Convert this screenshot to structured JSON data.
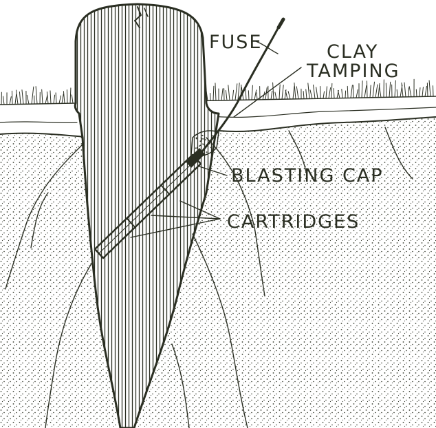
{
  "diagram": {
    "colors": {
      "ink": "#2a2e22",
      "soil_speckle": "#3b3f33",
      "background": "#ffffff"
    },
    "labels": {
      "fuse": "FUSE",
      "clay_tamping_line1": "CLAY",
      "clay_tamping_line2": "TAMPING",
      "blasting_cap": "BLASTING CAP",
      "cartridges": "CARTRIDGES"
    }
  }
}
